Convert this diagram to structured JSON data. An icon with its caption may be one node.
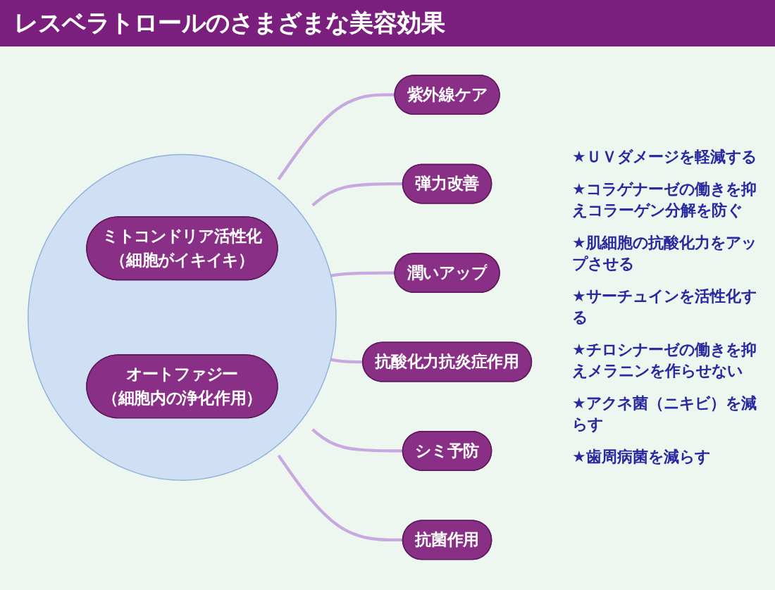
{
  "diagram": {
    "title": "レスベラトロールのさまざまな美容効果",
    "nodes": [
      {
        "text": [],
        "shape": "circle"
      },
      {
        "text": [
          "ミトコンドリア活性化",
          "（細胞がイキイキ）"
        ],
        "in": 0
      },
      {
        "text": [
          "オートファジー",
          "（細胞内の浄化作用）"
        ],
        "in": 0
      },
      {
        "text": [
          "紫外線ケア"
        ]
      },
      {
        "text": [
          "弾力改善"
        ]
      },
      {
        "text": [
          "潤いアップ"
        ]
      },
      {
        "text": [
          "抗酸化力抗炎症作用"
        ]
      },
      {
        "text": [
          "シミ予防"
        ]
      },
      {
        "text": [
          "抗菌作用"
        ]
      }
    ],
    "edges": [
      {
        "from": 0,
        "to": 3,
        "arrow": "none"
      },
      {
        "from": 0,
        "to": 4,
        "arrow": "none"
      },
      {
        "from": 0,
        "to": 5,
        "arrow": "none"
      },
      {
        "from": 0,
        "to": 6,
        "arrow": "none"
      },
      {
        "from": 0,
        "to": 7,
        "arrow": "none"
      },
      {
        "from": 0,
        "to": 8,
        "arrow": "none"
      }
    ],
    "labels": [
      "★ＵＶダメージを軽減する",
      "★コラゲナーゼの働きを抑えコラーゲン分解を防ぐ",
      "★肌細胞の抗酸化力をアップさせる",
      "★サーチュインを活性化する",
      "★チロシナーゼの働きを抑えメラニンを作らせない",
      "★アクネ菌（ニキビ）を減らす",
      "★歯周病菌を減らす"
    ]
  }
}
